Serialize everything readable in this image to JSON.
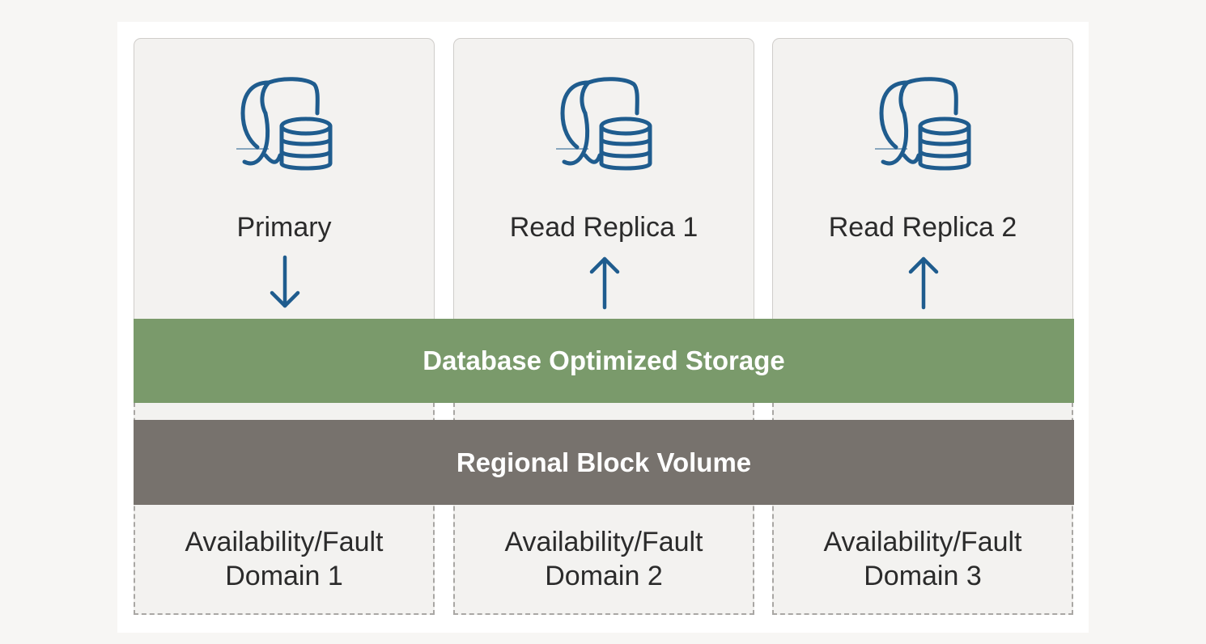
{
  "nodes": [
    {
      "label": "Primary",
      "arrow": "down"
    },
    {
      "label": "Read Replica 1",
      "arrow": "up"
    },
    {
      "label": "Read Replica 2",
      "arrow": "up"
    }
  ],
  "storage_layer": "Database Optimized Storage",
  "block_layer": "Regional Block Volume",
  "domains": [
    {
      "line1": "Availability/Fault",
      "line2": "Domain 1"
    },
    {
      "line1": "Availability/Fault",
      "line2": "Domain 2"
    },
    {
      "line1": "Availability/Fault",
      "line2": "Domain 3"
    }
  ],
  "colors": {
    "icon": "#1f5c8e",
    "storage": "#7a9a6b",
    "block": "#77726d"
  },
  "icons": [
    "postgresql-elephant-database-icon",
    "arrow-down-icon",
    "arrow-up-icon"
  ]
}
